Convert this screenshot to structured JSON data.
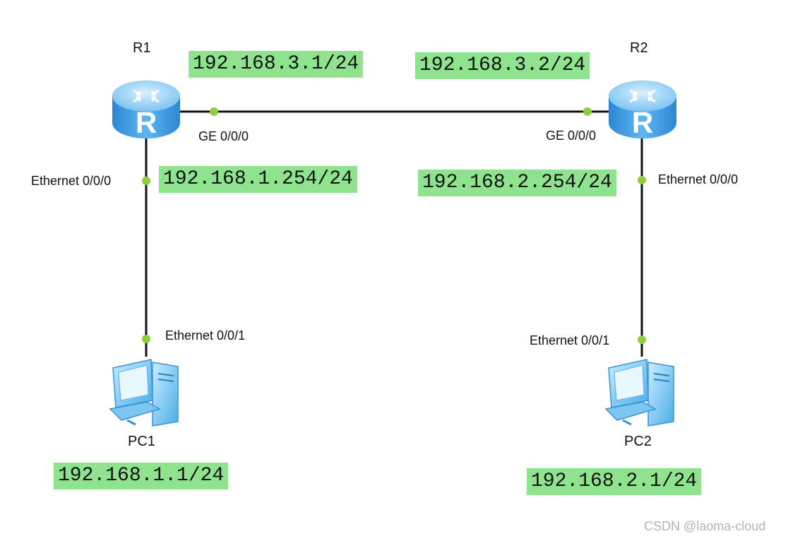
{
  "devices": {
    "r1": {
      "label": "R1",
      "icon": "router-icon"
    },
    "r2": {
      "label": "R2",
      "icon": "router-icon"
    },
    "pc1": {
      "label": "PC1",
      "icon": "pc-icon"
    },
    "pc2": {
      "label": "PC2",
      "icon": "pc-icon"
    }
  },
  "ports": {
    "r1_ge": "GE 0/0/0",
    "r2_ge": "GE 0/0/0",
    "r1_eth": "Ethernet 0/0/0",
    "r2_eth": "Ethernet 0/0/0",
    "pc1_eth": "Ethernet 0/0/1",
    "pc2_eth": "Ethernet 0/0/1"
  },
  "addresses": {
    "r1_ge": "192.168.3.1/24",
    "r2_ge": "192.168.3.2/24",
    "r1_eth": "192.168.1.254/24",
    "r2_eth": "192.168.2.254/24",
    "pc1": "192.168.1.1/24",
    "pc2": "192.168.2.1/24"
  },
  "watermark": "CSDN @laoma-cloud",
  "colors": {
    "link": "#111111",
    "port_dot": "#8ccf3c",
    "ip_bg": "#8fe38f",
    "router_body": "#3d9be0"
  }
}
